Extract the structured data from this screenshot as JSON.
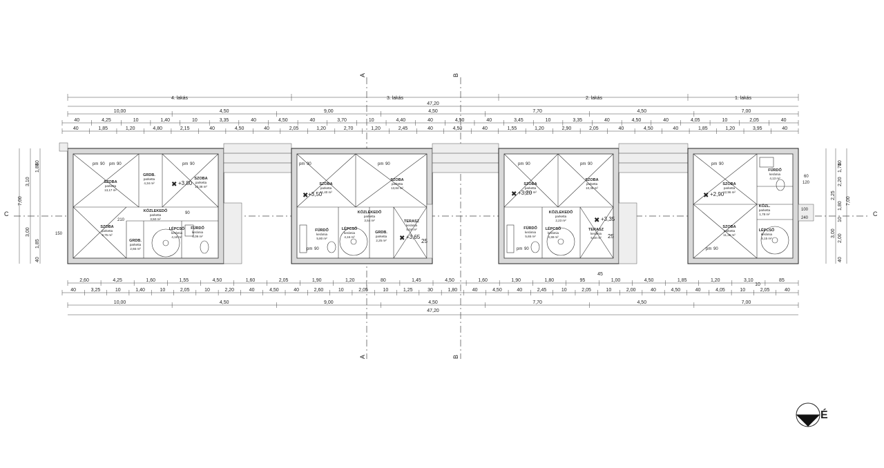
{
  "sections": {
    "a": "A",
    "b": "B",
    "c": "C"
  },
  "flats": [
    "4. lakás",
    "3. lakás",
    "2. lakás",
    "1. lakás"
  ],
  "total": "47,20",
  "levels": [
    "+3,80",
    "+3,50",
    "+3,65",
    "+3,20",
    "+3,35",
    "+2,90"
  ],
  "rooms": [
    {
      "name": "SZOBA",
      "floor": "parketta",
      "area": "13,17 m²"
    },
    {
      "name": "GRDB.",
      "floor": "parketta",
      "area": "4,34 m²"
    },
    {
      "name": "SZOBA",
      "floor": "parketta",
      "area": "10,38 m²"
    },
    {
      "name": "KÖZLEKEDŐ",
      "floor": "parketta",
      "area": "3,50 m²"
    },
    {
      "name": "SZOBA",
      "floor": "parketta",
      "area": "9,75 m²"
    },
    {
      "name": "GRDB.",
      "floor": "parketta",
      "area": "2,66 m²"
    },
    {
      "name": "LÉPCSŐ",
      "floor": "kerámia",
      "area": "4,16 m²"
    },
    {
      "name": "FÜRDŐ",
      "floor": "kerámia",
      "area": "6,09 m²"
    },
    {
      "name": "SZOBA",
      "floor": "parketta",
      "area": "11,40 m²"
    },
    {
      "name": "SZOBA",
      "floor": "parketta",
      "area": "13,84 m²"
    },
    {
      "name": "FÜRDŐ",
      "floor": "kerámia",
      "area": "5,80 m²"
    },
    {
      "name": "LÉPCSŐ",
      "floor": "kerámia",
      "area": "4,16 m²"
    },
    {
      "name": "KÖZLEKEDŐ",
      "floor": "parketta",
      "area": "3,54 m²"
    },
    {
      "name": "GRDB.",
      "floor": "parketta",
      "area": "2,25 m²"
    },
    {
      "name": "TERASZ",
      "floor": "kerámia",
      "area": "5,04 m²"
    },
    {
      "name": "SZOBA",
      "floor": "parketta",
      "area": "10,12 m²"
    },
    {
      "name": "SZOBA",
      "floor": "parketta",
      "area": "10,36 m²"
    },
    {
      "name": "KÖZLEKEDŐ",
      "floor": "parketta",
      "area": "2,23 m²"
    },
    {
      "name": "FÜRDŐ",
      "floor": "kerámia",
      "area": "5,65 m²"
    },
    {
      "name": "LÉPCSŐ",
      "floor": "kerámia",
      "area": "3,38 m²"
    },
    {
      "name": "TERASZ",
      "floor": "kerámia",
      "area": "5,60 m²"
    },
    {
      "name": "SZOBA",
      "floor": "parketta",
      "area": "12,96 m²"
    },
    {
      "name": "FÜRDŐ",
      "floor": "kerámia",
      "area": "4,13 m²"
    },
    {
      "name": "KÖZL.",
      "floor": "parketta",
      "area": "1,78 m²"
    },
    {
      "name": "SZOBA",
      "floor": "parketta",
      "area": "11,35 m²"
    },
    {
      "name": "LÉPCSŐ",
      "floor": "kerámia",
      "area": "4,15 m²"
    }
  ],
  "top_dims": {
    "row1": [
      "10,00",
      "4,50",
      "9,00",
      "4,50",
      "7,70",
      "4,50",
      "7,00"
    ],
    "row2": [
      "40",
      "4,25",
      "10",
      "1,40",
      "10",
      "3,35",
      "40",
      "4,50",
      "40",
      "3,70",
      "10",
      "4,40",
      "40",
      "4,50",
      "40",
      "3,45",
      "10",
      "3,35",
      "40",
      "4,50",
      "40",
      "4,05",
      "10",
      "2,05",
      "40"
    ],
    "row3": [
      "40",
      "1,85",
      "1,20",
      "4,80",
      "2,15",
      "40",
      "4,50",
      "40",
      "2,05",
      "1,20",
      "2,70",
      "1,20",
      "2,45",
      "40",
      "4,50",
      "40",
      "1,55",
      "1,20",
      "2,90",
      "2,05",
      "40",
      "4,50",
      "40",
      "1,85",
      "1,20",
      "3,95",
      "40"
    ]
  },
  "bottom_dims": {
    "row1": [
      "2,60",
      "4,25",
      "1,60",
      "1,55",
      "4,50",
      "1,60",
      "2,05",
      "1,90",
      "1,20",
      "80",
      "1,45",
      "4,50",
      "1,60",
      "1,90",
      "1,80",
      "95",
      "1,00",
      "4,50",
      "1,85",
      "1,20",
      "3,10",
      "85"
    ],
    "row2": [
      "40",
      "3,25",
      "10",
      "1,40",
      "10",
      "2,05",
      "10",
      "2,20",
      "40",
      "4,50",
      "40",
      "2,60",
      "10",
      "2,05",
      "10",
      "1,25",
      "30",
      "1,80",
      "40",
      "4,50",
      "40",
      "2,45",
      "10",
      "2,05",
      "10",
      "2,00",
      "40",
      "4,50",
      "40",
      "4,05",
      "10",
      "2,05",
      "40"
    ],
    "row3": [
      "10,00",
      "4,50",
      "9,00",
      "4,50",
      "7,70",
      "4,50",
      "7,00"
    ],
    "extra": [
      "45",
      "10"
    ]
  },
  "side_dims": {
    "left_outer": "7,00",
    "left_mid": [
      "3,10",
      "3,00"
    ],
    "left_inner": [
      "40",
      "1,85",
      "1,85",
      "40"
    ],
    "right_outer": "7,00",
    "right_mid": [
      "3,00",
      "2,25"
    ],
    "right_inner": [
      "40",
      "1,75",
      "2,20",
      "1,80",
      "10",
      "2,00",
      "40"
    ]
  },
  "labels": {
    "pm": "pm",
    "p90": "90",
    "p210": "210",
    "p150": "150",
    "p60": "60",
    "p120": "120",
    "p100": "100",
    "p240": "240",
    "p25": "25",
    "p25b": "25"
  },
  "compass": {
    "label": "É"
  }
}
